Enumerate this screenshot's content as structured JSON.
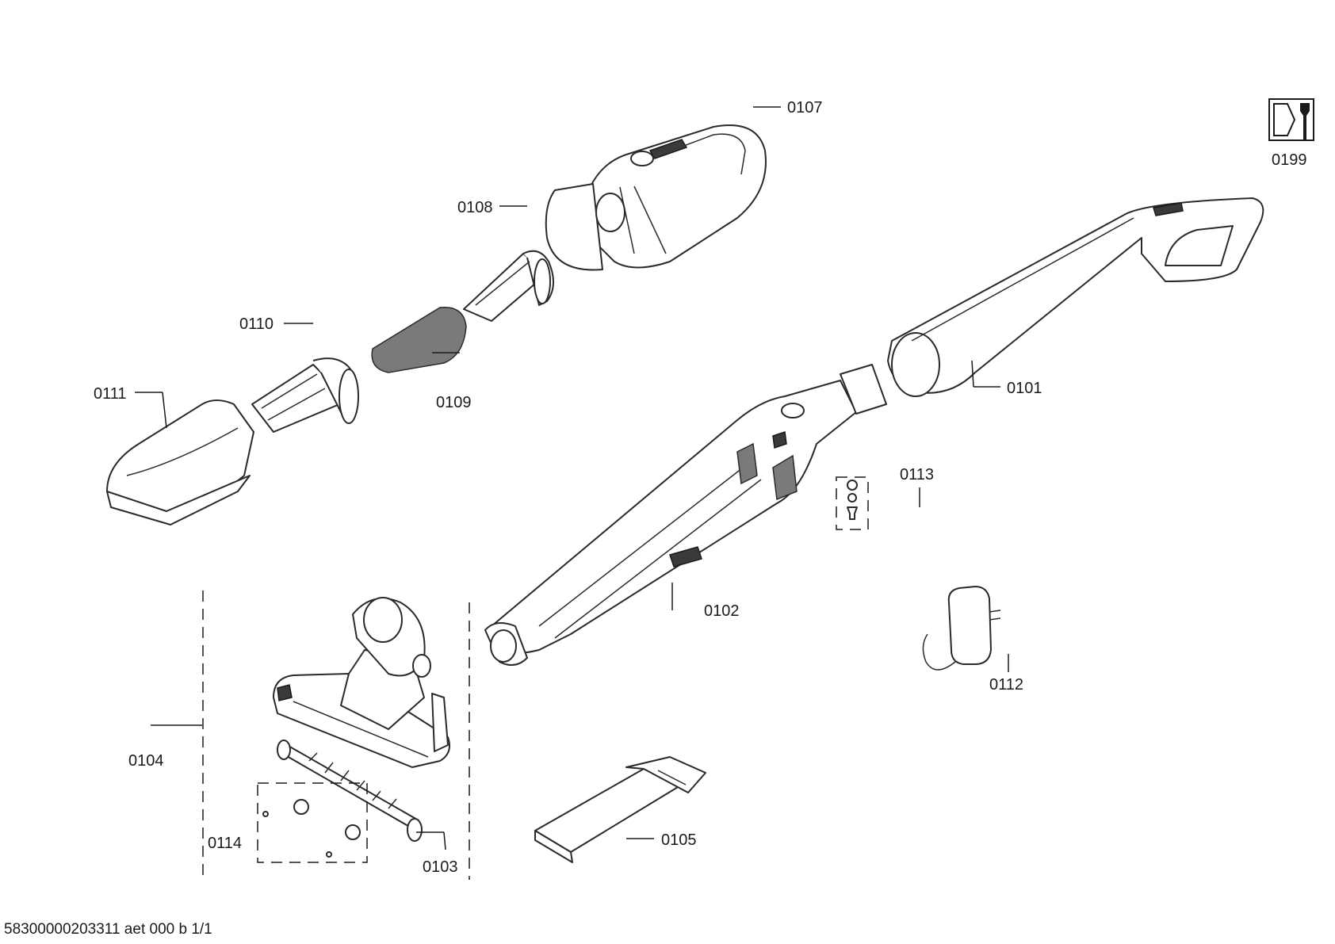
{
  "parts": [
    {
      "id": "p0101",
      "number": "0101"
    },
    {
      "id": "p0102",
      "number": "0102"
    },
    {
      "id": "p0103",
      "number": "0103"
    },
    {
      "id": "p0104",
      "number": "0104"
    },
    {
      "id": "p0105",
      "number": "0105"
    },
    {
      "id": "p0107",
      "number": "0107"
    },
    {
      "id": "p0108",
      "number": "0108"
    },
    {
      "id": "p0109",
      "number": "0109"
    },
    {
      "id": "p0110",
      "number": "0110"
    },
    {
      "id": "p0111",
      "number": "0111"
    },
    {
      "id": "p0112",
      "number": "0112"
    },
    {
      "id": "p0113",
      "number": "0113"
    },
    {
      "id": "p0114",
      "number": "0114"
    },
    {
      "id": "p0199",
      "number": "0199"
    }
  ],
  "footer": {
    "document_code": "58300000203311 aet 000 b 1/1"
  },
  "icons": {
    "service_icon": "tool-service-icon"
  }
}
